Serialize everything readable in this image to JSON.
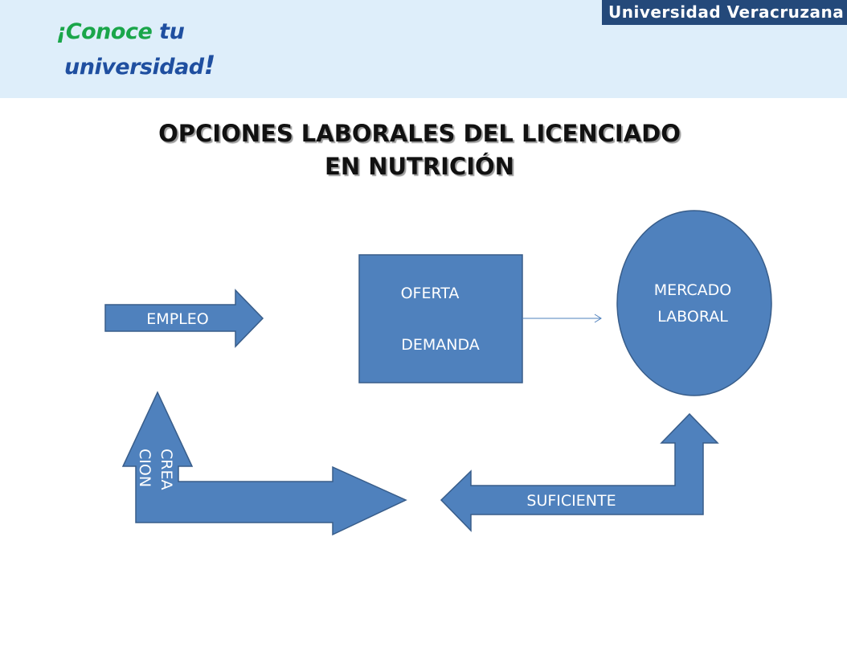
{
  "header": {
    "logo_line1": "¡Conoce ",
    "logo_tu": "tu",
    "logo_line2": "universidad",
    "logo_bang": "!",
    "institution": "Universidad Veracruzana"
  },
  "title": {
    "line1": "OPCIONES LABORALES DEL LICENCIADO",
    "line2": "EN NUTRICIÓN"
  },
  "diagram": {
    "empleo": "EMPLEO",
    "oferta": "OFERTA",
    "demanda": "DEMANDA",
    "mercado_line1": "MERCADO",
    "mercado_line2": "LABORAL",
    "creacion_line1": "CREA",
    "creacion_line2": "CION",
    "suficiente": "SUFICIENTE"
  },
  "colors": {
    "shape_fill": "#4f81bd",
    "shape_stroke": "#385d8a",
    "header_band": "#deeefa",
    "banner": "#24497a"
  }
}
